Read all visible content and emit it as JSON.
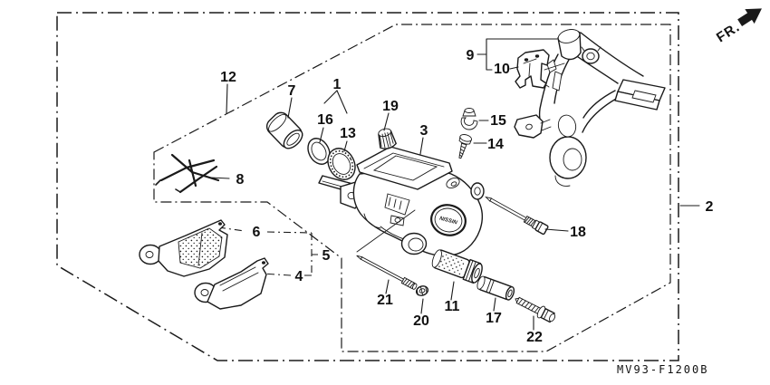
{
  "diagram": {
    "drawing_code": "MV93-F1200B",
    "fr_label": "FR.",
    "logo_text": "NISSIN",
    "colors": {
      "ink": "#1a1a1a",
      "background": "#ffffff"
    },
    "callouts": {
      "c1": "1",
      "c2": "2",
      "c3": "3",
      "c4": "4",
      "c5": "5",
      "c6": "6",
      "c7": "7",
      "c8": "8",
      "c9": "9",
      "c10": "10",
      "c11": "11",
      "c12": "12",
      "c13": "13",
      "c14": "14",
      "c15": "15",
      "c16": "16",
      "c17": "17",
      "c18": "18",
      "c19": "19",
      "c20": "20",
      "c21": "21",
      "c22": "22"
    }
  }
}
